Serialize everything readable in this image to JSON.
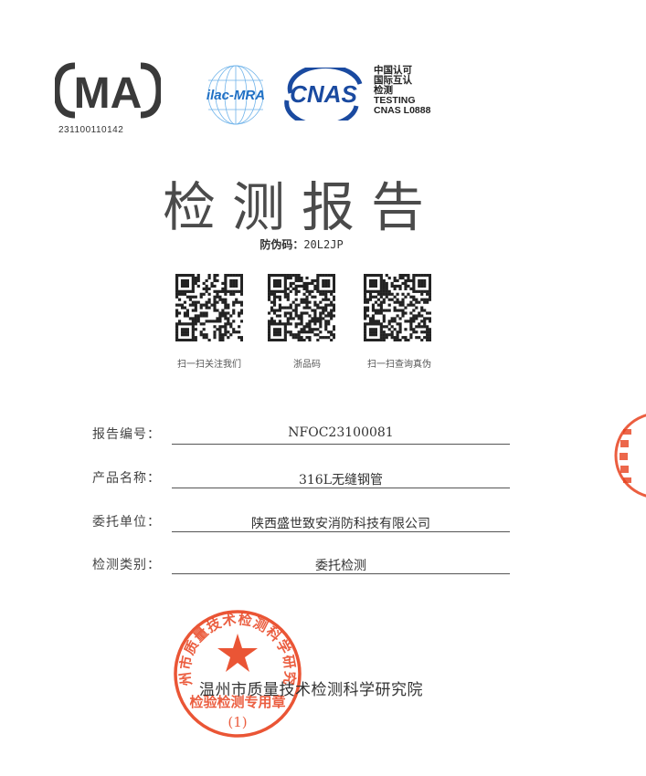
{
  "header": {
    "ma_number": "231100110142",
    "cnas_text_lines": [
      "中国认可",
      "国际互认",
      "检测",
      "TESTING",
      "CNAS L0888"
    ],
    "logos": [
      "ma-logo",
      "ilac-mra-logo",
      "cnas-logo"
    ]
  },
  "title": "检测报告",
  "anti_fake": {
    "label": "防伪码：",
    "code": "20L2JP"
  },
  "qr_codes": [
    {
      "label": "扫一扫关注我们"
    },
    {
      "label": "浙品码"
    },
    {
      "label": "扫一扫查询真伪"
    }
  ],
  "fields": [
    {
      "label": "报告编号：",
      "value": "NFOC23100081"
    },
    {
      "label": "产品名称：",
      "value": "316L无缝钢管"
    },
    {
      "label": "委托单位：",
      "value": "陕西盛世致安消防科技有限公司"
    },
    {
      "label": "检测类别：",
      "value": "委托检测"
    }
  ],
  "institute": "温州市质量技术检测科学研究院",
  "seal": {
    "text": "温州市质量技术检测科学研究院",
    "sub_text": "检验检测专用章",
    "number": "(1)",
    "color": "#e8421f"
  },
  "colors": {
    "seal_red": "#e8421f",
    "cnas_blue": "#1a4aa0",
    "ilac_blue": "#3a8fd8"
  }
}
